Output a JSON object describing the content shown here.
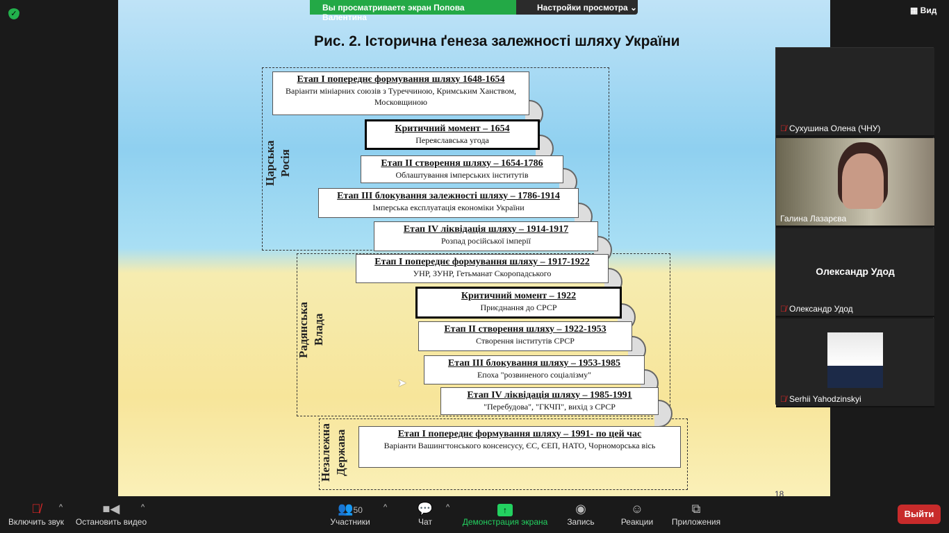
{
  "top": {
    "banner": "Вы просматриваете экран Попова Валентина",
    "view_settings": "Настройки просмотра",
    "view": "Вид"
  },
  "slide": {
    "title": "Рис. 2. Історична ґенеза залежності шляху України",
    "page": "18",
    "groups": [
      "Царська Росія",
      "Радянська Влада",
      "Незалежна Держава"
    ],
    "boxes": [
      {
        "h": "Етап І попереднє формування шляху 1648-1654",
        "s": "Варіанти мініарних союзів з Туреччиною, Кримським Ханством, Московщиною"
      },
      {
        "h": "Критичний момент – 1654",
        "s": "Переяславська угода"
      },
      {
        "h": "Етап ІІ створення шляху – 1654-1786",
        "s": "Облаштування імперських інститутів"
      },
      {
        "h": "Етап ІІІ блокування залежності шляху – 1786-1914",
        "s": "Імперська експлуатація економіки України"
      },
      {
        "h": "Етап IV ліквідація шляху – 1914-1917",
        "s": "Розпад російської імперії"
      },
      {
        "h": "Етап І попереднє формування шляху – 1917-1922",
        "s": "УНР, ЗУНР, Гетьманат Скоропадського"
      },
      {
        "h": "Критичний момент – 1922",
        "s": "Приєднання до СРСР"
      },
      {
        "h": "Етап ІІ створення шляху – 1922-1953",
        "s": "Створення інститутів СРСР"
      },
      {
        "h": "Етап ІІІ блокування шляху – 1953-1985",
        "s": "Епоха \"розвиненого соціалізму\""
      },
      {
        "h": "Етап IV ліквідація шляху – 1985-1991",
        "s": "\"Перебудова\", \"ГКЧП\", вихід з СРСР"
      },
      {
        "h": "Етап І попереднє формування шляху – 1991- по цей час",
        "s": "Варіанти Вашингтонського консенсусу, ЄС, ЄЕП, НАТО, Чорноморська вісь"
      }
    ]
  },
  "participants": [
    {
      "name": "Сухушина Олена (ЧНУ)"
    },
    {
      "name": "Галина Лазарєва"
    },
    {
      "name": "Олександр Удод",
      "center": "Олександр Удод"
    },
    {
      "name": "Serhii Yahodzinskyi"
    }
  ],
  "toolbar": {
    "unmute": "Включить звук",
    "stop_video": "Остановить видео",
    "participants": "Участники",
    "count": "50",
    "chat": "Чат",
    "share": "Демонстрация экрана",
    "record": "Запись",
    "reactions": "Реакции",
    "apps": "Приложения",
    "leave": "Выйти",
    "share_color": "#23d160"
  }
}
